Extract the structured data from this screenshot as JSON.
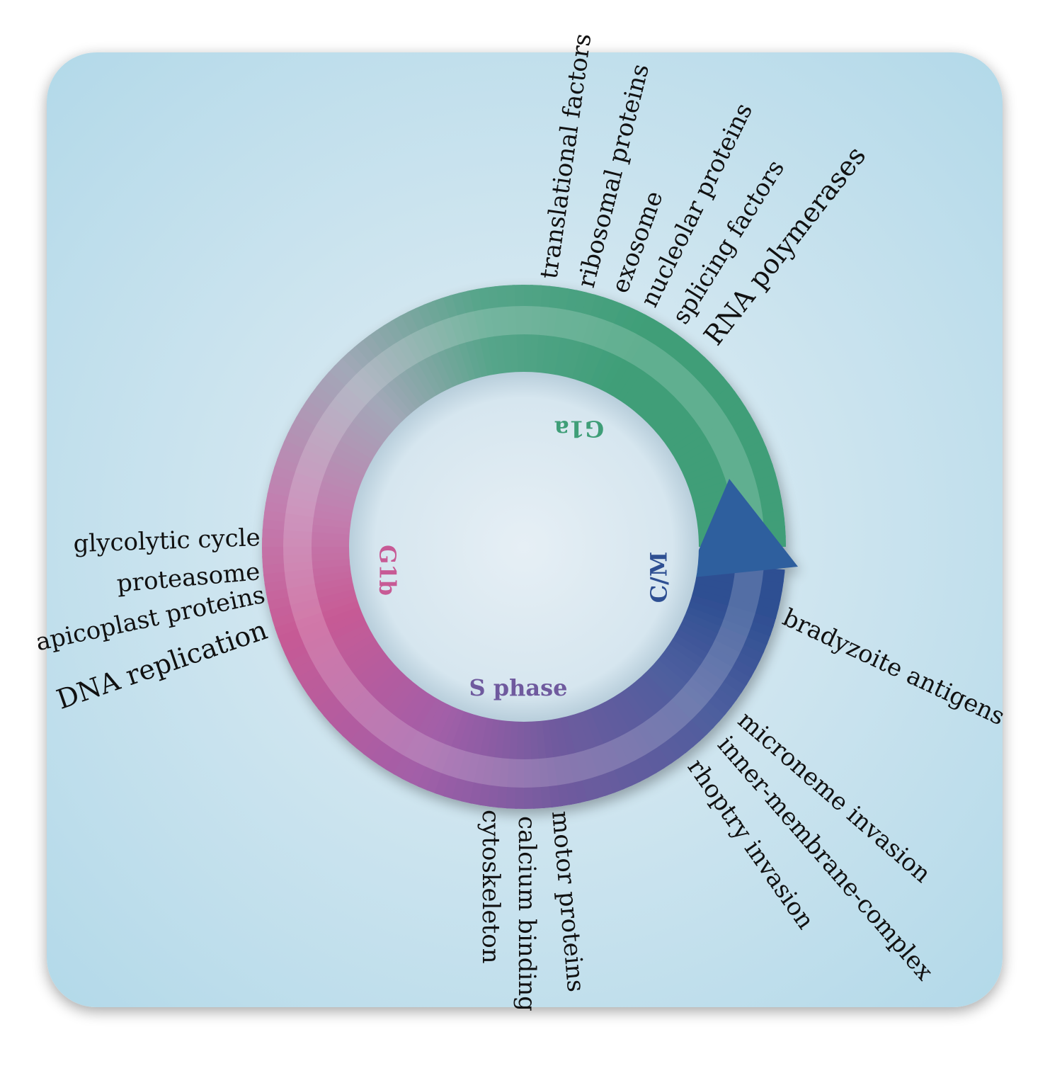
{
  "phases": {
    "g1a": {
      "label": "G1a",
      "color": "#3f9e78"
    },
    "g1b": {
      "label": "G1b",
      "color": "#c75a95"
    },
    "s": {
      "label": "S phase",
      "color": "#6f5a9e"
    },
    "cm": {
      "label": "C/M",
      "color": "#2e4f92"
    }
  },
  "labels": {
    "g1a": [
      "translational factors",
      "ribosomal proteins",
      "exosome",
      "nucleolar proteins",
      "splicing factors",
      "RNA polymerases"
    ],
    "g1b": [
      "glycolytic cycle",
      "proteasome",
      "apicoplast proteins",
      "DNA replication"
    ],
    "s": [
      "cytoskeleton",
      "calcium binding",
      "motor proteins"
    ],
    "cm": [
      "bradyzoite antigens",
      "microneme invasion",
      "inner-membrane-complex",
      "rhoptry invasion"
    ]
  },
  "colors": {
    "background_light": "#e3eef4",
    "background_dark": "#b3d9e9",
    "arrow_head": "#2f5e9e"
  }
}
